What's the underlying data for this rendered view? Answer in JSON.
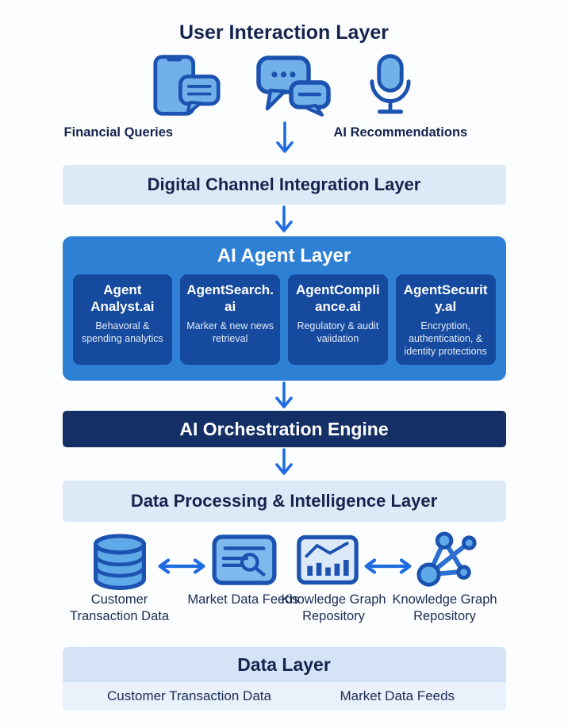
{
  "colors": {
    "accent_arrow": "#1f6ce0",
    "light_bar": "#dde9f7",
    "agent_container": "#2e80d4",
    "agent_card": "#154a9e",
    "navy_bar": "#142f66",
    "heading_text": "#15244e",
    "icon_stroke": "#1c52b0",
    "icon_fill": "#72b0e9"
  },
  "user_interaction_layer": {
    "title": "User Interaction Layer",
    "icons": [
      "phone-chat",
      "chat-bubbles",
      "microphone"
    ],
    "left_label": "Financial Queries",
    "right_label": "AI Recommendations"
  },
  "digital_channel_layer": {
    "title": "Digital Channel Integration Layer"
  },
  "ai_agent_layer": {
    "title": "AI Agent Layer",
    "agents": [
      {
        "name": "Agent Analyst.ai",
        "description": "Behavoral & spending analytics"
      },
      {
        "name": "AgentSearch.ai",
        "description": "Marker & new news retrieval"
      },
      {
        "name": "AgentCompliance.ai",
        "description": "Regulatory & audit vaiidation"
      },
      {
        "name": "AgentSecurity.al",
        "description": "Encryption, authentication, & identity protections"
      }
    ]
  },
  "orchestration_layer": {
    "title": "AI Orchestration Engine"
  },
  "data_processing_layer": {
    "title": "Data Processing & Intelligence Layer",
    "sources": [
      {
        "label": "Customer Transaction Data",
        "icon": "database"
      },
      {
        "label": "Market Data Feeds",
        "icon": "market-data-screen"
      },
      {
        "label": "Knowledge Graph Repository",
        "icon": "analytics-chart"
      },
      {
        "label": "Knowledge Graph Repository",
        "icon": "network-graph"
      }
    ]
  },
  "data_layer": {
    "title": "Data Layer",
    "items": [
      "Customer Transaction Data",
      "Market Data Feeds"
    ]
  }
}
